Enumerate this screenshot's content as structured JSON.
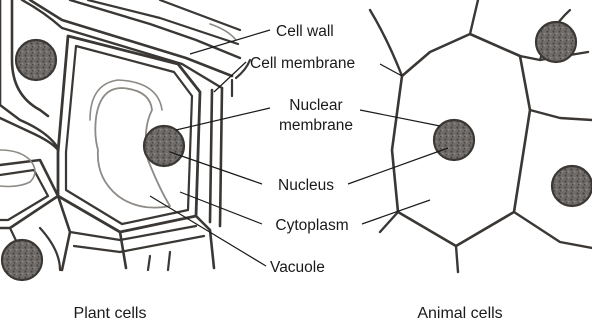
{
  "labels": {
    "cell_wall": "Cell wall",
    "cell_membrane": "Cell membrane",
    "nuclear_membrane_line1": "Nuclear",
    "nuclear_membrane_line2": "membrane",
    "nucleus": "Nucleus",
    "cytoplasm": "Cytoplasm",
    "vacuole": "Vacuole"
  },
  "captions": {
    "plant": "Plant cells",
    "animal": "Animal cells"
  },
  "colors": {
    "outline": "#3a3734",
    "nucleus_fill": "#6d6a68",
    "nucleus_speckle": "#4a4745",
    "vacuole_line": "#8e8a86",
    "label_text": "#1a1a1a"
  }
}
